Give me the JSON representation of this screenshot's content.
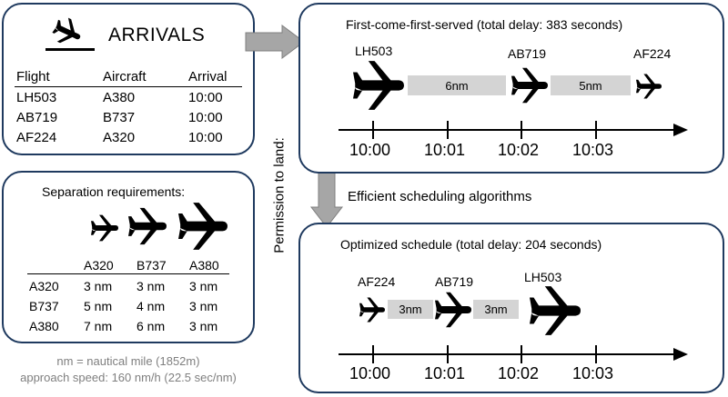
{
  "arrivals": {
    "title": "ARRIVALS",
    "headers": [
      "Flight",
      "Aircraft",
      "Arrival"
    ],
    "rows": [
      [
        "LH503",
        "A380",
        "10:00"
      ],
      [
        "AB719",
        "B737",
        "10:00"
      ],
      [
        "AF224",
        "A320",
        "10:00"
      ]
    ]
  },
  "separation": {
    "title": "Separation requirements:",
    "columns": [
      "A320",
      "B737",
      "A380"
    ],
    "rows": [
      [
        "A320",
        "3 nm",
        "3 nm",
        "3 nm"
      ],
      [
        "B737",
        "5 nm",
        "4 nm",
        "3 nm"
      ],
      [
        "A380",
        "7 nm",
        "6 nm",
        "3 nm"
      ]
    ]
  },
  "footnote": {
    "line1": "nm = nautical mile (1852m)",
    "line2": "approach speed: 160 nm/h (22.5 sec/nm)"
  },
  "side_label": "Permission to land:",
  "algo_label": "Efficient scheduling algorithms",
  "fcfs": {
    "title": "First-come-first-served  (total delay: 383 seconds)",
    "planes": [
      "LH503",
      "AB719",
      "AF224"
    ],
    "gaps": [
      "6nm",
      "5nm"
    ],
    "ticks": [
      "10:00",
      "10:01",
      "10:02",
      "10:03"
    ]
  },
  "optimized": {
    "title": "Optimized schedule  (total delay: 204 seconds)",
    "planes": [
      "AF224",
      "AB719",
      "LH503"
    ],
    "gaps": [
      "3nm",
      "3nm"
    ],
    "ticks": [
      "10:00",
      "10:01",
      "10:02",
      "10:03"
    ]
  },
  "colors": {
    "panel_border": "#1f3a5f",
    "arrow_fill": "#a6a6a6",
    "distance_box": "#d4d4d4",
    "footnote_text": "#7f7f7f"
  },
  "icons": [
    "landing-airplane-icon",
    "airplane-icon"
  ]
}
